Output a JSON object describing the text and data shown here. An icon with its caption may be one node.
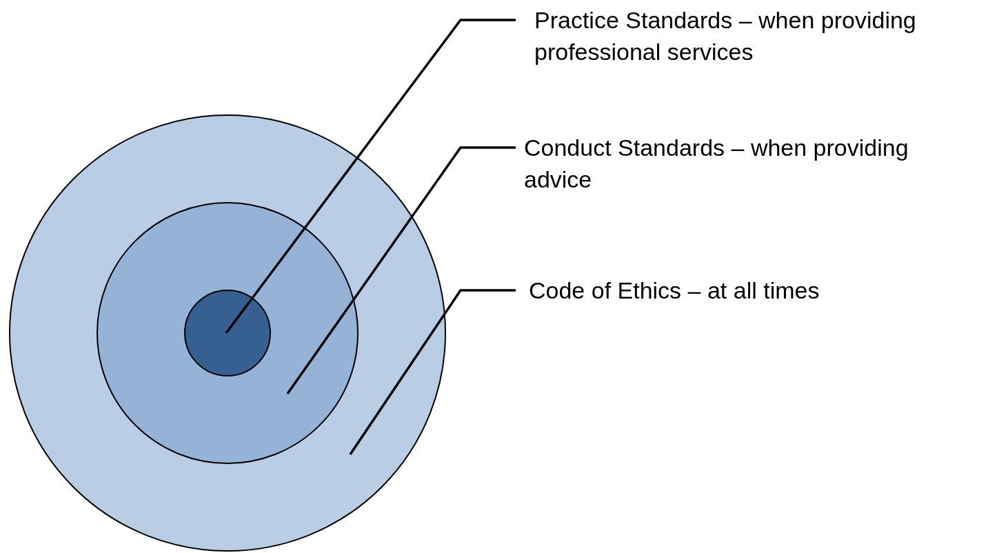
{
  "diagram": {
    "nodes": [
      {
        "text": [],
        "shape": "circle"
      },
      {
        "text": [],
        "shape": "circle",
        "in": 0
      },
      {
        "text": [],
        "shape": "circle",
        "in": 1
      },
      {
        "text": [
          "Practice Standards – when providing professional services"
        ]
      },
      {
        "text": [
          "Conduct Standards – when providing advice"
        ]
      },
      {
        "text": [
          "Code of Ethics – at all times"
        ]
      }
    ],
    "edges": [
      {
        "from": 3,
        "to": 2,
        "arrow": "none"
      },
      {
        "from": 4,
        "to": 1,
        "arrow": "none"
      },
      {
        "from": 5,
        "to": 0,
        "arrow": "none"
      }
    ]
  }
}
